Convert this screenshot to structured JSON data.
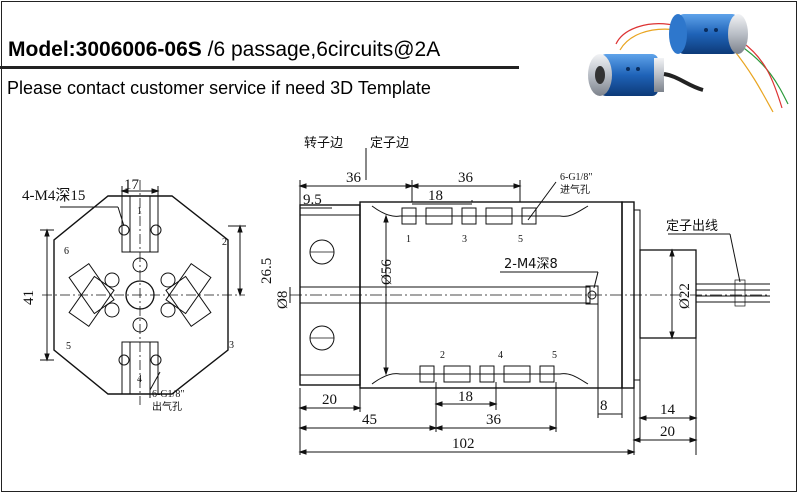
{
  "header": {
    "model_bold": "Model:3006006-06S",
    "model_rest": " /6 passage,6circuits@2A",
    "note": "Please contact customer service if need 3D Template"
  },
  "photo": {
    "icon": "slip-ring-product-photo"
  },
  "front_view": {
    "thread_note": "4-M4深15",
    "width_top": "17",
    "height_left": "41",
    "height_right": "26.5",
    "port_note": "6-G1/8\"",
    "port_note_cn": "出气孔",
    "passage_numbers": [
      "1",
      "2",
      "3",
      "4",
      "5",
      "6"
    ]
  },
  "side_view": {
    "rotor_side": "转子边",
    "stator_side": "定子边",
    "dim_36_a": "36",
    "dim_36_b": "36",
    "dim_9_5": "9.5",
    "dim_18_top": "18",
    "port_note_top": "6-G1/8\"",
    "port_note_top_cn": "进气孔",
    "passage_top": [
      "1",
      "3",
      "5"
    ],
    "passage_bottom": [
      "2",
      "4",
      "5"
    ],
    "diameter_56": "Ø56",
    "diameter_8": "Ø8",
    "diameter_22": "Ø22",
    "thread_note_2": "2-M4深8",
    "stator_wire": "定子出线",
    "dim_20_left": "20",
    "dim_18_bottom": "18",
    "dim_8": "8",
    "dim_14": "14",
    "dim_45": "45",
    "dim_36_bottom": "36",
    "dim_20_right": "20",
    "dim_102": "102"
  },
  "colors": {
    "line": "#111111",
    "body_blue": "#1f63b8",
    "body_silver": "#c8ccd2"
  }
}
